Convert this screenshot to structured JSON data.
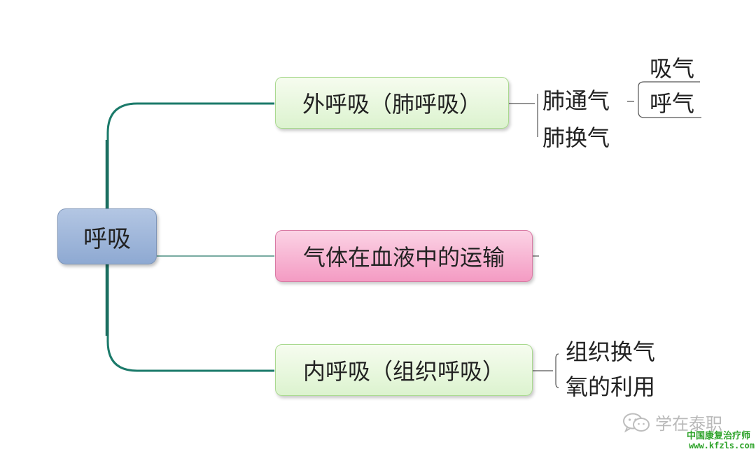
{
  "diagram": {
    "root": {
      "label": "呼吸"
    },
    "branches": [
      {
        "label": "外呼吸（肺呼吸）",
        "children": [
          {
            "label": "肺通气",
            "children": [
              {
                "label": "吸气"
              },
              {
                "label": "呼气"
              }
            ]
          },
          {
            "label": "肺换气"
          }
        ]
      },
      {
        "label": "气体在血液中的运输"
      },
      {
        "label": "内呼吸（组织呼吸）",
        "children": [
          {
            "label": "组织换气"
          },
          {
            "label": "氧的利用"
          }
        ]
      }
    ]
  },
  "watermark": {
    "account": "学在泰职",
    "site_title": "中国康复治疗师",
    "site_url": "www.kfzls.com",
    "icon": "wechat-icon"
  },
  "colors": {
    "connector": "#1b7a6a",
    "root_fill": "#9fb7db",
    "branch_green": "#dcf3cf",
    "branch_pink": "#f49bc3",
    "site_green": "#2ea32a"
  }
}
